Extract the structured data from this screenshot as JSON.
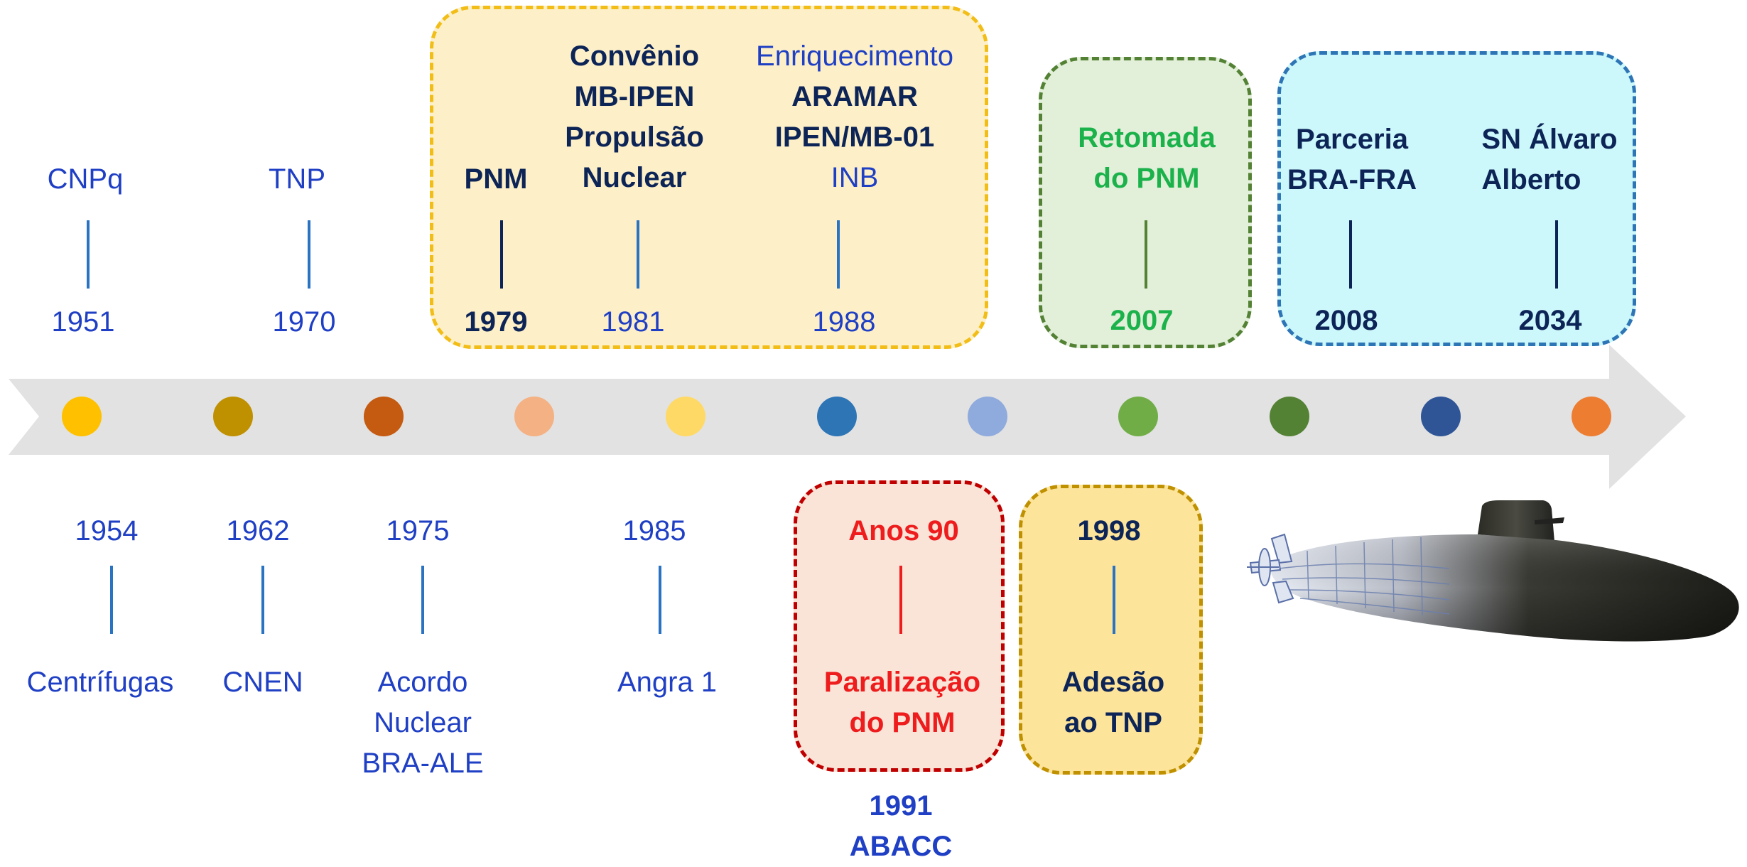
{
  "colors": {
    "blue_text": "#1f3fc4",
    "dark_navy": "#0d2457",
    "green_text": "#1cb24b",
    "red_text": "#ee1c1c",
    "tick_blue": "#2a73c3",
    "axis_gray": "#e2e2e2"
  },
  "top_events": [
    {
      "year": "1951",
      "label": "CNPq"
    },
    {
      "year": "1970",
      "label": "TNP"
    },
    {
      "year": "1979",
      "label": "PNM"
    },
    {
      "year": "1981",
      "label_lines": [
        "Convênio",
        "MB-IPEN",
        "Propulsão",
        "Nuclear"
      ]
    },
    {
      "year": "1988",
      "label_lines": [
        "Enriquecimento",
        "ARAMAR",
        "IPEN/MB-01",
        "INB"
      ]
    },
    {
      "year": "2007",
      "label_lines": [
        "Retomada",
        "do PNM"
      ]
    },
    {
      "year": "2008",
      "label_lines": [
        "Parceria",
        "BRA-FRA"
      ]
    },
    {
      "year": "2034",
      "label_lines": [
        "SN Álvaro",
        "Alberto"
      ]
    }
  ],
  "bottom_events": [
    {
      "year": "1954",
      "label": "Centrífugas"
    },
    {
      "year": "1962",
      "label": "CNEN"
    },
    {
      "year": "1975",
      "label_lines": [
        "Acordo",
        "Nuclear",
        "BRA-ALE"
      ]
    },
    {
      "year": "1985",
      "label": "Angra 1"
    },
    {
      "year": "Anos 90",
      "label_lines": [
        "Paralização",
        "do PNM"
      ]
    },
    {
      "year": "1998",
      "label_lines": [
        "Adesão",
        "ao TNP"
      ]
    }
  ],
  "extra": {
    "year": "1991",
    "label": "ABACC"
  },
  "dot_colors": [
    "#ffc000",
    "#bf9000",
    "#c55a11",
    "#f4b183",
    "#ffd966",
    "#2e75b6",
    "#8faadc",
    "#70ad47",
    "#548235",
    "#2f5597",
    "#ed7d31"
  ],
  "boxes": {
    "box_1979_1988": {
      "fill": "#fdf0c8",
      "border": "#f2bd16"
    },
    "box_2007": {
      "fill": "#e2efd9",
      "border": "#548235"
    },
    "box_2008_2034": {
      "fill": "#ccf8fb",
      "border": "#2e75b6"
    },
    "box_90s": {
      "fill": "#fae4d8",
      "border": "#c00000"
    },
    "box_1998": {
      "fill": "#fde49b",
      "border": "#bf9000"
    }
  },
  "image": {
    "icon": "submarine-icon"
  }
}
